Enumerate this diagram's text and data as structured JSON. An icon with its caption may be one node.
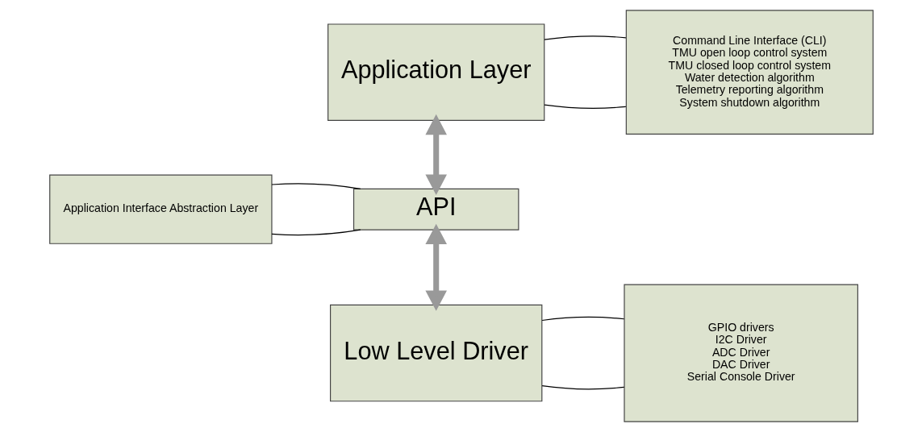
{
  "diagram": {
    "nodes": [
      {
        "text": [
          "Application Layer"
        ]
      },
      {
        "text": [
          "API"
        ]
      },
      {
        "text": [
          "Low Level Driver"
        ]
      },
      {
        "text": [
          "Command Line Interface (CLI)",
          "TMU open loop control system",
          "TMU closed loop control system",
          "Water detection algorithm",
          "Telemetry reporting algorithm",
          "System shutdown algorithm"
        ]
      },
      {
        "text": [
          "Application Interface Abstraction Layer"
        ]
      },
      {
        "text": [
          "GPIO drivers",
          "I2C Driver",
          "ADC Driver",
          "DAC Driver",
          "Serial Console Driver"
        ]
      }
    ],
    "edges": [
      {
        "from": 0,
        "to": 1,
        "arrow": "both",
        "style": "thick",
        "color": "#999999"
      },
      {
        "from": 1,
        "to": 2,
        "arrow": "both",
        "style": "thick",
        "color": "#999999"
      },
      {
        "from": 0,
        "to": 3,
        "arrow": "none"
      },
      {
        "from": 0,
        "to": 3,
        "arrow": "none"
      },
      {
        "from": 4,
        "to": 1,
        "arrow": "none"
      },
      {
        "from": 4,
        "to": 1,
        "arrow": "none"
      },
      {
        "from": 2,
        "to": 5,
        "arrow": "none"
      },
      {
        "from": 2,
        "to": 5,
        "arrow": "none"
      }
    ]
  }
}
